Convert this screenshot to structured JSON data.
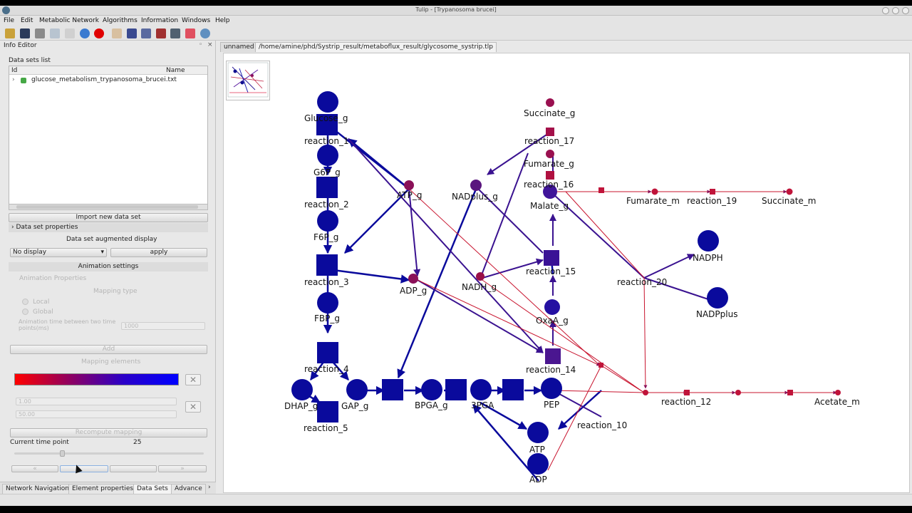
{
  "window": {
    "title": "Tulip - [Trypanosoma brucei]"
  },
  "menu": [
    "File",
    "Edit",
    "Metabolic Network",
    "Algorithms",
    "Information",
    "Windows",
    "Help"
  ],
  "left_panel": {
    "dock_title": "Info Editor",
    "datasets_label": "Data sets list",
    "col_id": "Id",
    "col_name": "Name",
    "dataset_file": "glucose_metabolism_trypanosoma_brucei.txt",
    "import_button": "Import new data set",
    "dataset_properties": "Data set properties",
    "augmented_display": "Data set augmented display",
    "display_select": "No display",
    "apply_button": "apply",
    "animation_settings": "Animation settings",
    "animation_properties": "Animation Properties",
    "mapping_type": "Mapping type",
    "radio_local": "Local",
    "radio_global": "Global",
    "animation_time_label": "Animation time between two time points(ms)",
    "animation_time_value": "1000",
    "add_button": "Add",
    "mapping_elements": "Mapping elements",
    "min_value": "1.00",
    "max_value": "50.00",
    "recompute_button": "Recompute mapping",
    "current_time_label": "Current time point",
    "current_time_value": "25",
    "current_time_fraction": 0.25,
    "nav_first": "«",
    "nav_play": "",
    "nav_stop": "",
    "nav_last": "»"
  },
  "bottom_tabs": [
    "Network Navigation",
    "Element properties",
    "Data Sets",
    "Advance"
  ],
  "canvas": {
    "tabs": [
      "unnamed",
      "/home/amine/phd/Systrip_result/metaboflux_result/glycosome_systrip.tlp"
    ],
    "labels": {
      "glucose": "Glucose_g",
      "reaction_1": "reaction_1",
      "g6p": "G6P_g",
      "reaction_2": "reaction_2",
      "f6p": "F6P_g",
      "reaction_3": "reaction_3",
      "fbp": "FBP_g",
      "reaction_4": "reaction_4",
      "dhap": "DHAP_g",
      "gap": "GAP_g",
      "reaction_5": "reaction_5",
      "bpga": "BPGA_g",
      "pga": "3PGA",
      "pep": "PEP",
      "atp": "ATP",
      "adp": "ADP",
      "reaction_10": "reaction_10",
      "atp_g": "ATP_g",
      "adp_g": "ADP_g",
      "nadplus_g": "NADplus_g",
      "nadh_g": "NADH_g",
      "succinate_g": "Succinate_g",
      "reaction_17": "reaction_17",
      "fumarate_g": "Fumarate_g",
      "reaction_16": "reaction_16",
      "malate_g": "Malate_g",
      "reaction_15": "reaction_15",
      "oxaa_g": "OxaA_g",
      "reaction_14": "reaction_14",
      "fumarate_m": "Fumarate_m",
      "reaction_19": "reaction_19",
      "succinate_m": "Succinate_m",
      "nadph": "NADPH",
      "nadpplus": "NADPplus",
      "reaction_20": "reaction_20",
      "reaction_12": "reaction_12",
      "acetate_m": "Acetate_m"
    }
  },
  "colors": {
    "blue": "#0a0a9c",
    "purple": "#4b1590",
    "crimson": "#a0104a",
    "red": "#c8142e"
  }
}
